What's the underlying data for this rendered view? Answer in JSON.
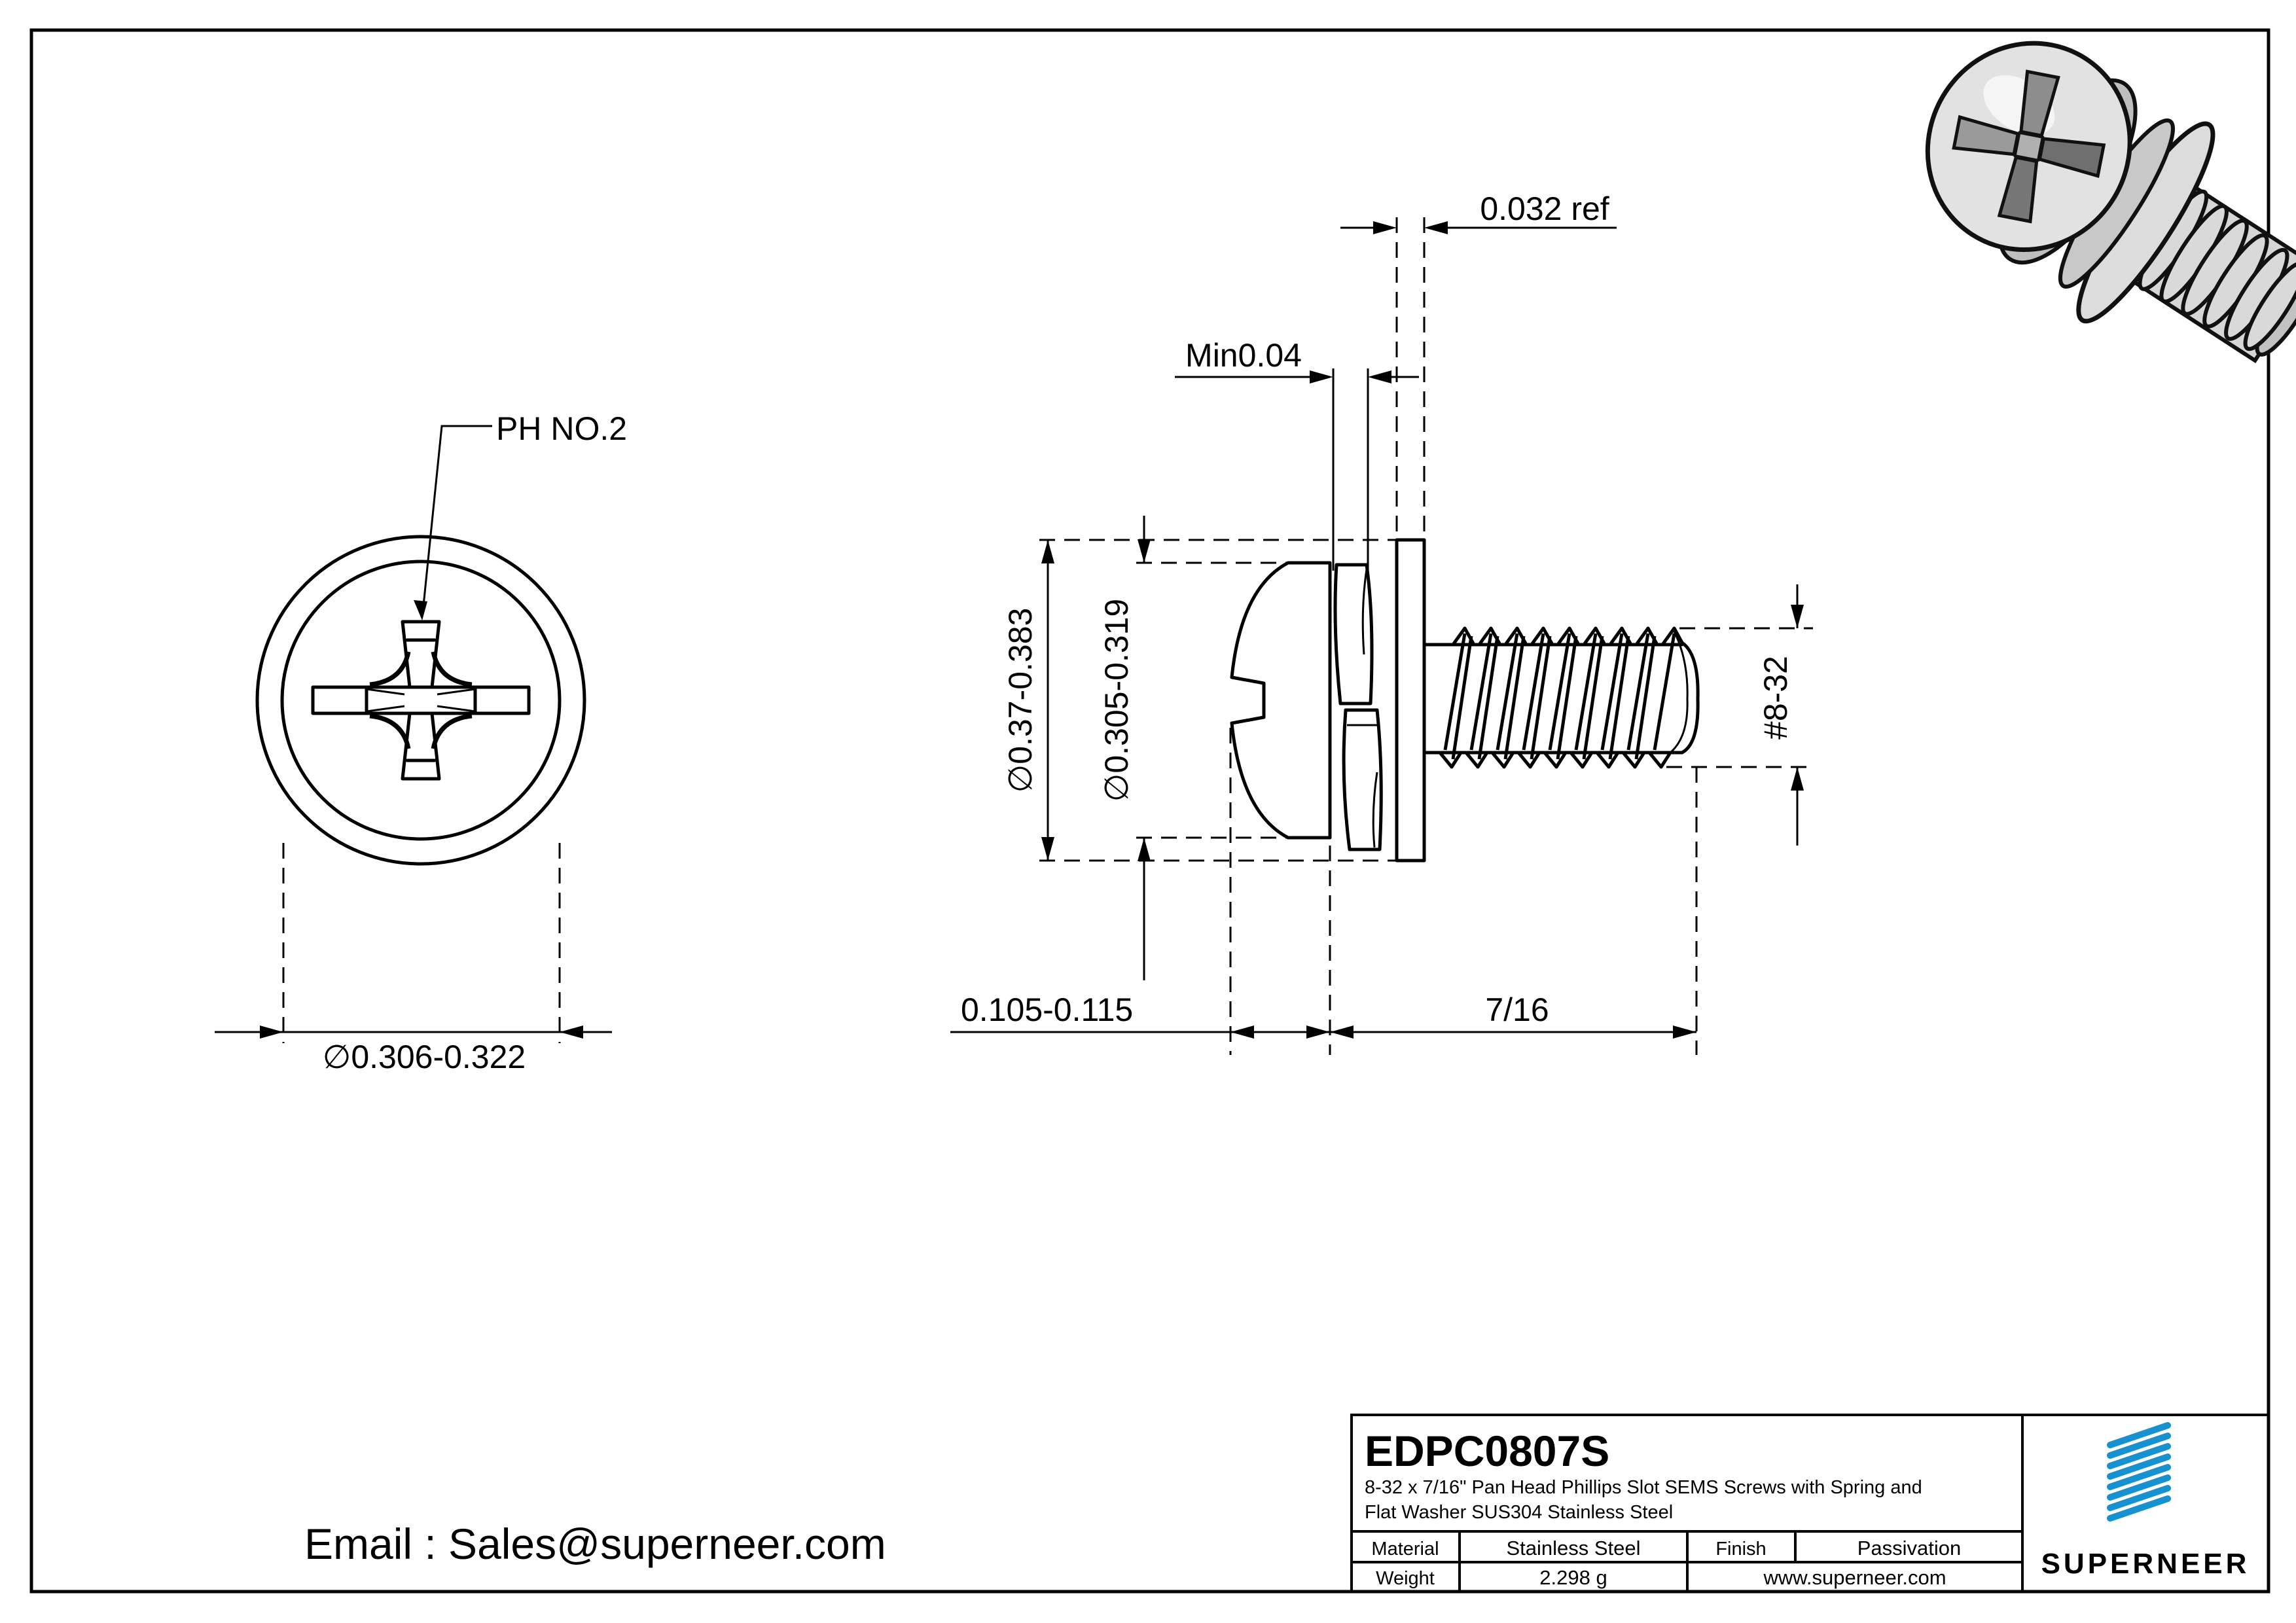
{
  "drawing": {
    "front_view": {
      "recess_label": "PH NO.2",
      "dim_head_diameter": "∅0.306-0.322"
    },
    "side_view": {
      "dim_flat_washer_thickness": "0.032 ref",
      "dim_min_clearance": "Min0.04",
      "dim_washer_od": "∅0.37-0.383",
      "dim_head_od": "∅0.305-0.319",
      "dim_thread_size": "#8-32",
      "dim_head_height": "0.105-0.115",
      "dim_length": "7/16"
    }
  },
  "footer": {
    "email": "Email : Sales@superneer.com"
  },
  "title_block": {
    "part_number": "EDPC0807S",
    "description_line1": "8-32 x 7/16\" Pan Head Phillips Slot SEMS Screws with Spring and",
    "description_line2": "Flat Washer SUS304 Stainless Steel",
    "material_label": "Material",
    "material_value": "Stainless Steel",
    "finish_label": "Finish",
    "finish_value": "Passivation",
    "weight_label": "Weight",
    "weight_value": "2.298 g",
    "website": "www.superneer.com",
    "brand": "SUPERNEER",
    "accent_color": "#1791d0",
    "link_color": "#2f9fe0"
  }
}
